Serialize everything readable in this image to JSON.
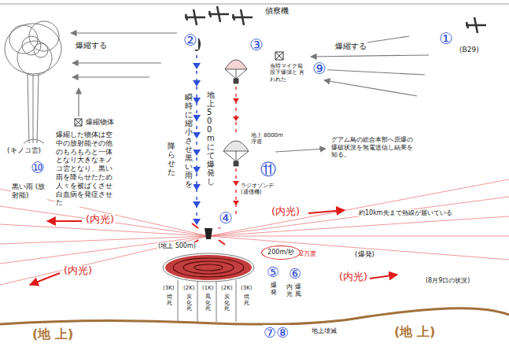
{
  "diagram": {
    "nodes": [
      {
        "text": [
          "200m/秒"
        ]
      }
    ],
    "labels": [
      "①",
      "(B29)",
      "偵察機",
      "②",
      "③",
      "⑨",
      "当時マイク箱 投下爆弾と 言われた",
      "爆縮する",
      "爆縮する",
      "(キノコ雲)",
      "⑩",
      "黒い雨 (放射能)",
      "爆縮物体",
      "爆縮した物体は空中の放射能その他のもろもろと一体となり大きなキノコ雲となり、黒い雨を降らせたため人々を被ばくさせ白血病を発症させた",
      "降らせた",
      "瞬時に縮小させ黒い雨を",
      "地上500mにて爆発し",
      "④",
      "⑪",
      "地上 8000m浮遊",
      "ラジオゾンデ (通信機)",
      "グアム島の総合本部へ原爆の爆破状況を無電送信し結果を知る。",
      "(内光)",
      "(内光)",
      "(内光)",
      "(内光)",
      "約10km先まで熱線が届いている",
      "(地上 500m)",
      "2万度",
      "(爆発)",
      "(8月9日の状況)",
      "⑤",
      "爆発",
      "⑥",
      "内光",
      "爆風",
      "⑦⑧",
      "地上壊滅",
      "(3K)",
      "(2K)",
      "(1K)",
      "(2K)",
      "(3K)",
      "焼死",
      "炭化死",
      "風化死",
      "炭化死",
      "焼死",
      "(地 上)",
      "(地 上)"
    ]
  }
}
